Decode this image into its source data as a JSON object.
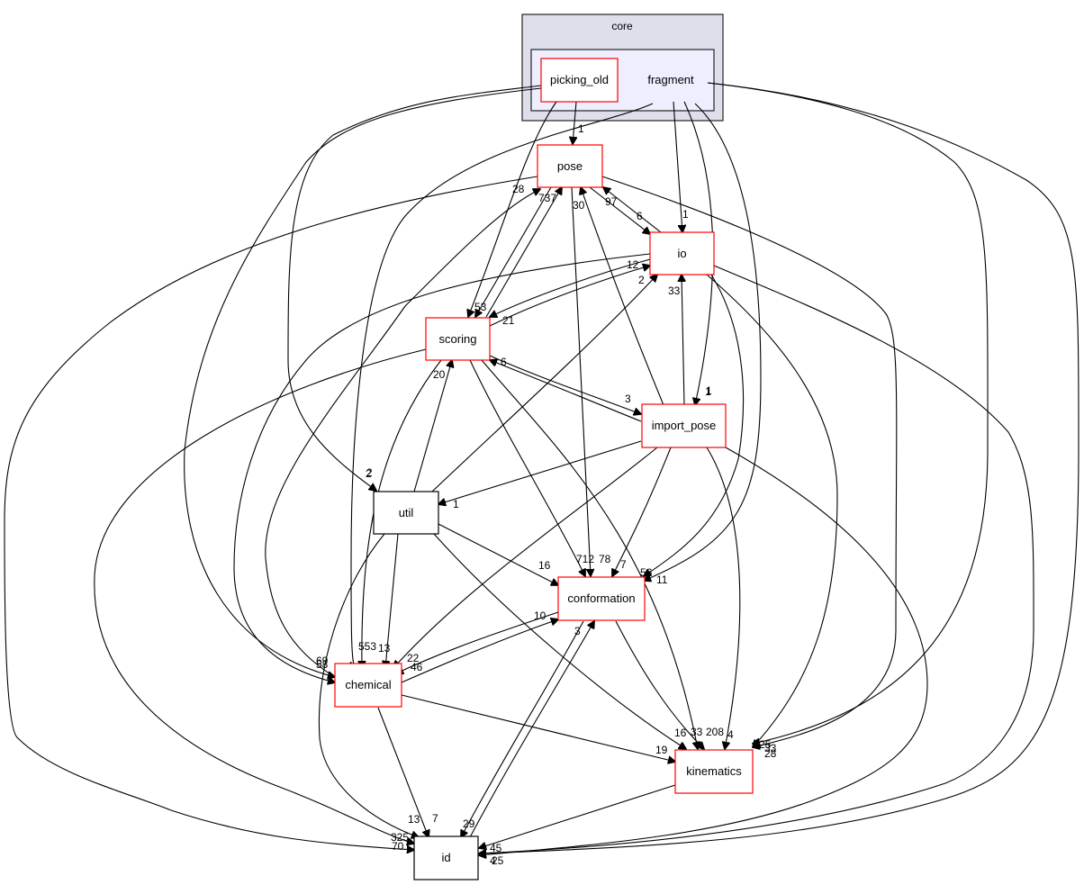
{
  "diagram": {
    "type": "directory-dependency-graph",
    "colors": {
      "outer_cluster_fill": "#dfdfec",
      "inner_cluster_fill": "#eeeeff",
      "cluster_border": "#333333",
      "node_red_border": "#ff0000",
      "node_plain_border": "#000000",
      "edge": "#000000"
    },
    "clusters": {
      "outer": {
        "label": "core"
      },
      "inner": {
        "label": "fragment"
      }
    },
    "nodes": {
      "picking_old": {
        "label": "picking_old",
        "style": "red"
      },
      "pose": {
        "label": "pose",
        "style": "red"
      },
      "io": {
        "label": "io",
        "style": "red"
      },
      "scoring": {
        "label": "scoring",
        "style": "red"
      },
      "import_pose": {
        "label": "import_pose",
        "style": "red"
      },
      "util": {
        "label": "util",
        "style": "plain"
      },
      "conformation": {
        "label": "conformation",
        "style": "red"
      },
      "chemical": {
        "label": "chemical",
        "style": "red"
      },
      "kinematics": {
        "label": "kinematics",
        "style": "red"
      },
      "id": {
        "label": "id",
        "style": "plain"
      }
    },
    "edges": [
      {
        "from": "picking_old",
        "to": "pose",
        "label": "1"
      },
      {
        "from": "picking_old",
        "to": "scoring",
        "label": "1"
      },
      {
        "from": "picking_old",
        "to": "util",
        "label": "2"
      },
      {
        "from": "picking_old",
        "to": "chemical",
        "label": ""
      },
      {
        "from": "fragment",
        "to": "io",
        "label": "1"
      },
      {
        "from": "fragment",
        "to": "import_pose",
        "label": "1"
      },
      {
        "from": "fragment",
        "to": "chemical",
        "label": ""
      },
      {
        "from": "fragment",
        "to": "conformation",
        "label": ""
      },
      {
        "from": "fragment",
        "to": "kinematics",
        "label": ""
      },
      {
        "from": "fragment",
        "to": "id",
        "label": ""
      },
      {
        "from": "pose",
        "to": "io",
        "label": "6"
      },
      {
        "from": "io",
        "to": "pose",
        "label": "97"
      },
      {
        "from": "pose",
        "to": "scoring",
        "label": "53"
      },
      {
        "from": "scoring",
        "to": "pose",
        "label": "737"
      },
      {
        "from": "chemical",
        "to": "pose",
        "label": "28"
      },
      {
        "from": "import_pose",
        "to": "pose",
        "label": "30"
      },
      {
        "from": "pose",
        "to": "conformation",
        "label": "78"
      },
      {
        "from": "pose",
        "to": "kinematics",
        "label": ""
      },
      {
        "from": "pose",
        "to": "id",
        "label": ""
      },
      {
        "from": "io",
        "to": "scoring",
        "label": "21"
      },
      {
        "from": "scoring",
        "to": "io",
        "label": "12"
      },
      {
        "from": "util",
        "to": "io",
        "label": "2"
      },
      {
        "from": "import_pose",
        "to": "io",
        "label": "33"
      },
      {
        "from": "io",
        "to": "chemical",
        "label": ""
      },
      {
        "from": "io",
        "to": "conformation",
        "label": ""
      },
      {
        "from": "io",
        "to": "kinematics",
        "label": ""
      },
      {
        "from": "io",
        "to": "id",
        "label": ""
      },
      {
        "from": "scoring",
        "to": "import_pose",
        "label": "3"
      },
      {
        "from": "import_pose",
        "to": "scoring",
        "label": "6"
      },
      {
        "from": "util",
        "to": "scoring",
        "label": "20"
      },
      {
        "from": "scoring",
        "to": "chemical",
        "label": "553"
      },
      {
        "from": "scoring",
        "to": "conformation",
        "label": "712"
      },
      {
        "from": "scoring",
        "to": "kinematics",
        "label": "208"
      },
      {
        "from": "scoring",
        "to": "id",
        "label": "325"
      },
      {
        "from": "import_pose",
        "to": "util",
        "label": "1"
      },
      {
        "from": "import_pose",
        "to": "conformation",
        "label": "7"
      },
      {
        "from": "import_pose",
        "to": "chemical",
        "label": "22"
      },
      {
        "from": "import_pose",
        "to": "kinematics",
        "label": "4"
      },
      {
        "from": "import_pose",
        "to": "id",
        "label": ""
      },
      {
        "from": "util",
        "to": "conformation",
        "label": "16"
      },
      {
        "from": "util",
        "to": "chemical",
        "label": "13"
      },
      {
        "from": "util",
        "to": "kinematics",
        "label": "16"
      },
      {
        "from": "util",
        "to": "id",
        "label": "13"
      },
      {
        "from": "conformation",
        "to": "chemical",
        "label": "46"
      },
      {
        "from": "chemical",
        "to": "conformation",
        "label": "10"
      },
      {
        "from": "conformation",
        "to": "kinematics",
        "label": "33"
      },
      {
        "from": "conformation",
        "to": "id",
        "label": "29"
      },
      {
        "from": "id",
        "to": "conformation",
        "label": "3"
      },
      {
        "from": "chemical",
        "to": "kinematics",
        "label": "19"
      },
      {
        "from": "chemical",
        "to": "id",
        "label": "7"
      },
      {
        "from": "kinematics",
        "to": "id",
        "label": "45"
      }
    ],
    "edge_labels_visible": [
      "1",
      "1",
      "2",
      "28",
      "737",
      "30",
      "97",
      "6",
      "1",
      "12",
      "2",
      "33",
      "53",
      "21",
      "20",
      "6",
      "3",
      "1",
      "2",
      "1",
      "16",
      "712",
      "78",
      "7",
      "56",
      "11",
      "10",
      "3",
      "69",
      "58",
      "553",
      "13",
      "22",
      "46",
      "16",
      "33",
      "208",
      "4",
      "19",
      "25",
      "33",
      "28",
      "13",
      "7",
      "29",
      "325",
      "70",
      "45",
      "4",
      "25"
    ]
  }
}
